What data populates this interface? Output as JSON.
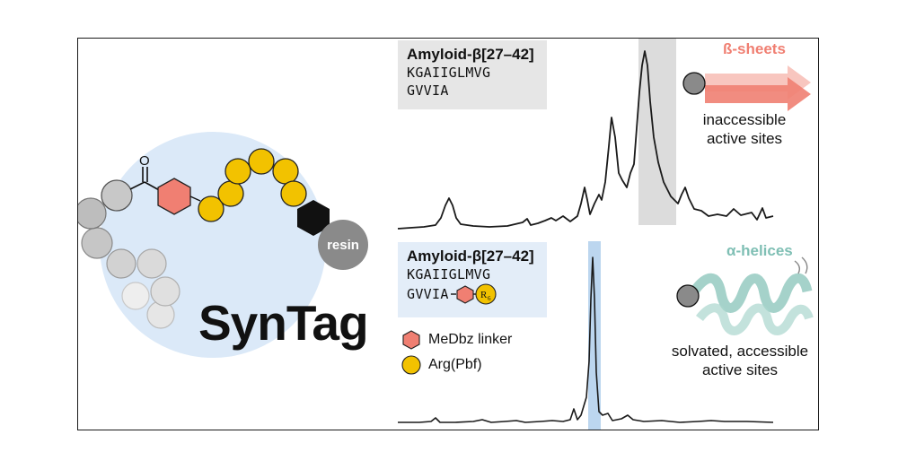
{
  "brand": {
    "title": "SynTag",
    "resin_label": "resin",
    "carbonyl_label": "O"
  },
  "top_panel": {
    "peptide_title": "Amyloid-β[27–42]",
    "sequence_line1": "KGAIIGLMVG",
    "sequence_line2": "GVVIA",
    "structure_label": "ß-sheets",
    "structure_description": "inaccessible active sites",
    "colors": {
      "box": "#e6e6e6",
      "highlight": "#dcdcdc",
      "arrow": "#f07f72"
    }
  },
  "bottom_panel": {
    "peptide_title": "Amyloid-β[27–42]",
    "sequence_line1": "KGAIIGLMVG",
    "sequence_line2": "GVVIA",
    "tag_label": "R",
    "tag_subscript": "6",
    "structure_label": "α-helices",
    "structure_description": "solvated, accessible active sites",
    "colors": {
      "box": "#e3edf8",
      "highlight": "#bcd6ef",
      "helix": "#7fbfb4"
    }
  },
  "legend": [
    {
      "label": "MeDbz linker",
      "icon": "hexagon-icon",
      "color": "#f07f72"
    },
    {
      "label": "Arg(Pbf)",
      "icon": "circle-icon",
      "color": "#f2c200"
    }
  ],
  "colors": {
    "linker": "#f07f72",
    "arginine": "#f2c200",
    "resin": "#8a8a8a",
    "sphere": "#dbe9f8",
    "trace": "#1a1a1a"
  }
}
